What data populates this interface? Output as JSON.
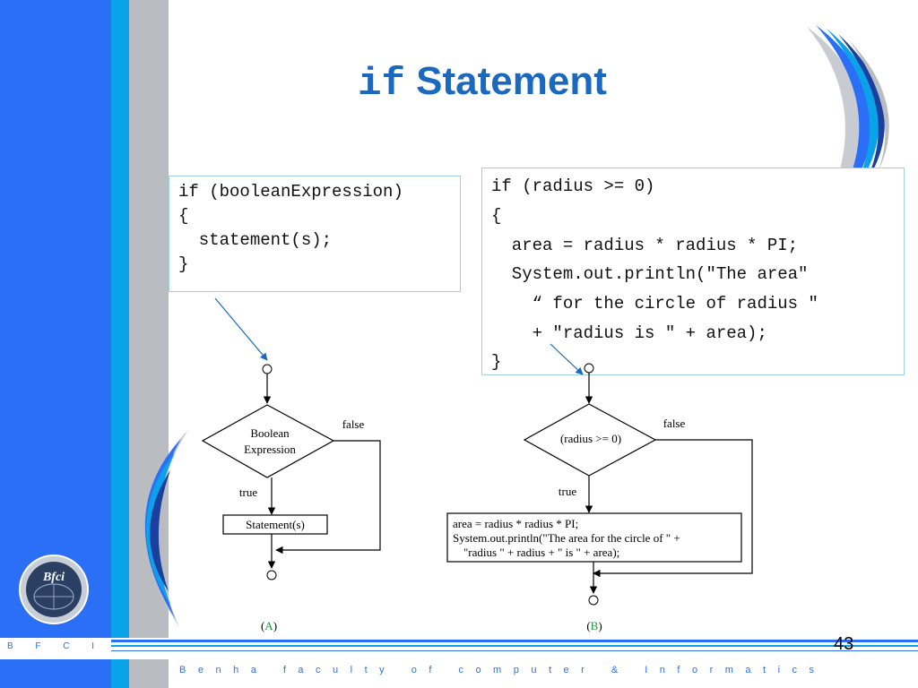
{
  "slide": {
    "title_keyword": "if",
    "title_rest": "Statement",
    "page_number": "43",
    "footer_short": "B F C I",
    "footer_long": "Benha faculty of computer & Informatics",
    "logo_text": "Bfci"
  },
  "code_left": {
    "lines": [
      "if (booleanExpression)",
      "{",
      "  statement(s);",
      "}"
    ]
  },
  "code_right": {
    "lines": [
      "if (radius >= 0)",
      "{",
      "  area = radius * radius * PI;",
      "  System.out.println(\"The area\"",
      "    “ for the circle of radius \"",
      "    + \"radius is \" + area);",
      "}"
    ]
  },
  "flowchart_a": {
    "decision_line1": "Boolean",
    "decision_line2": "Expression",
    "false_label": "false",
    "true_label": "true",
    "statement": "Statement(s)",
    "caption_open": "(",
    "caption_letter": "A",
    "caption_close": ")"
  },
  "flowchart_b": {
    "decision": "(radius >= 0)",
    "false_label": "false",
    "true_label": "true",
    "statement_line1": "area = radius * radius * PI;",
    "statement_line2": "System.out.println(\"The area for the circle of \" +",
    "statement_line3": "\"radius \" + radius + \" is \" + area);",
    "caption_open": "(",
    "caption_letter": "B",
    "caption_close": ")"
  },
  "colors": {
    "primary_blue": "#2a6ff5",
    "cyan": "#0aa3ea",
    "title_blue": "#1b69bf",
    "caption_green": "#1a9a3a"
  }
}
